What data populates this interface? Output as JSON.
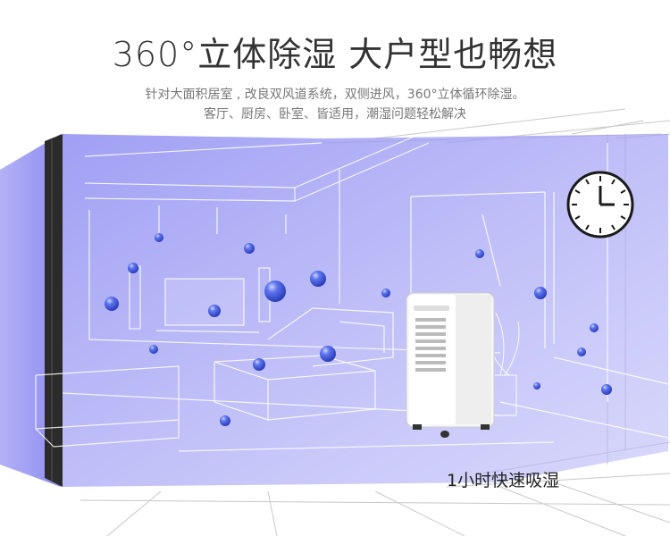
{
  "header": {
    "title": "360°立体除湿 大户型也畅想",
    "subtitle_line1": "针对大面积居室 , 改良双风道系统，双侧进风，360°立体循环除湿。",
    "subtitle_line2": "客厅、厨房、卧室、皆适用，潮湿问题轻松解决"
  },
  "scene": {
    "caption": "1小时快速吸湿",
    "icons": [
      "clock-icon",
      "water-droplet-icon"
    ],
    "colors": {
      "room_tint": "#9e9cf5",
      "droplet": "#3f56d8",
      "wall_edge": "#222222"
    }
  }
}
